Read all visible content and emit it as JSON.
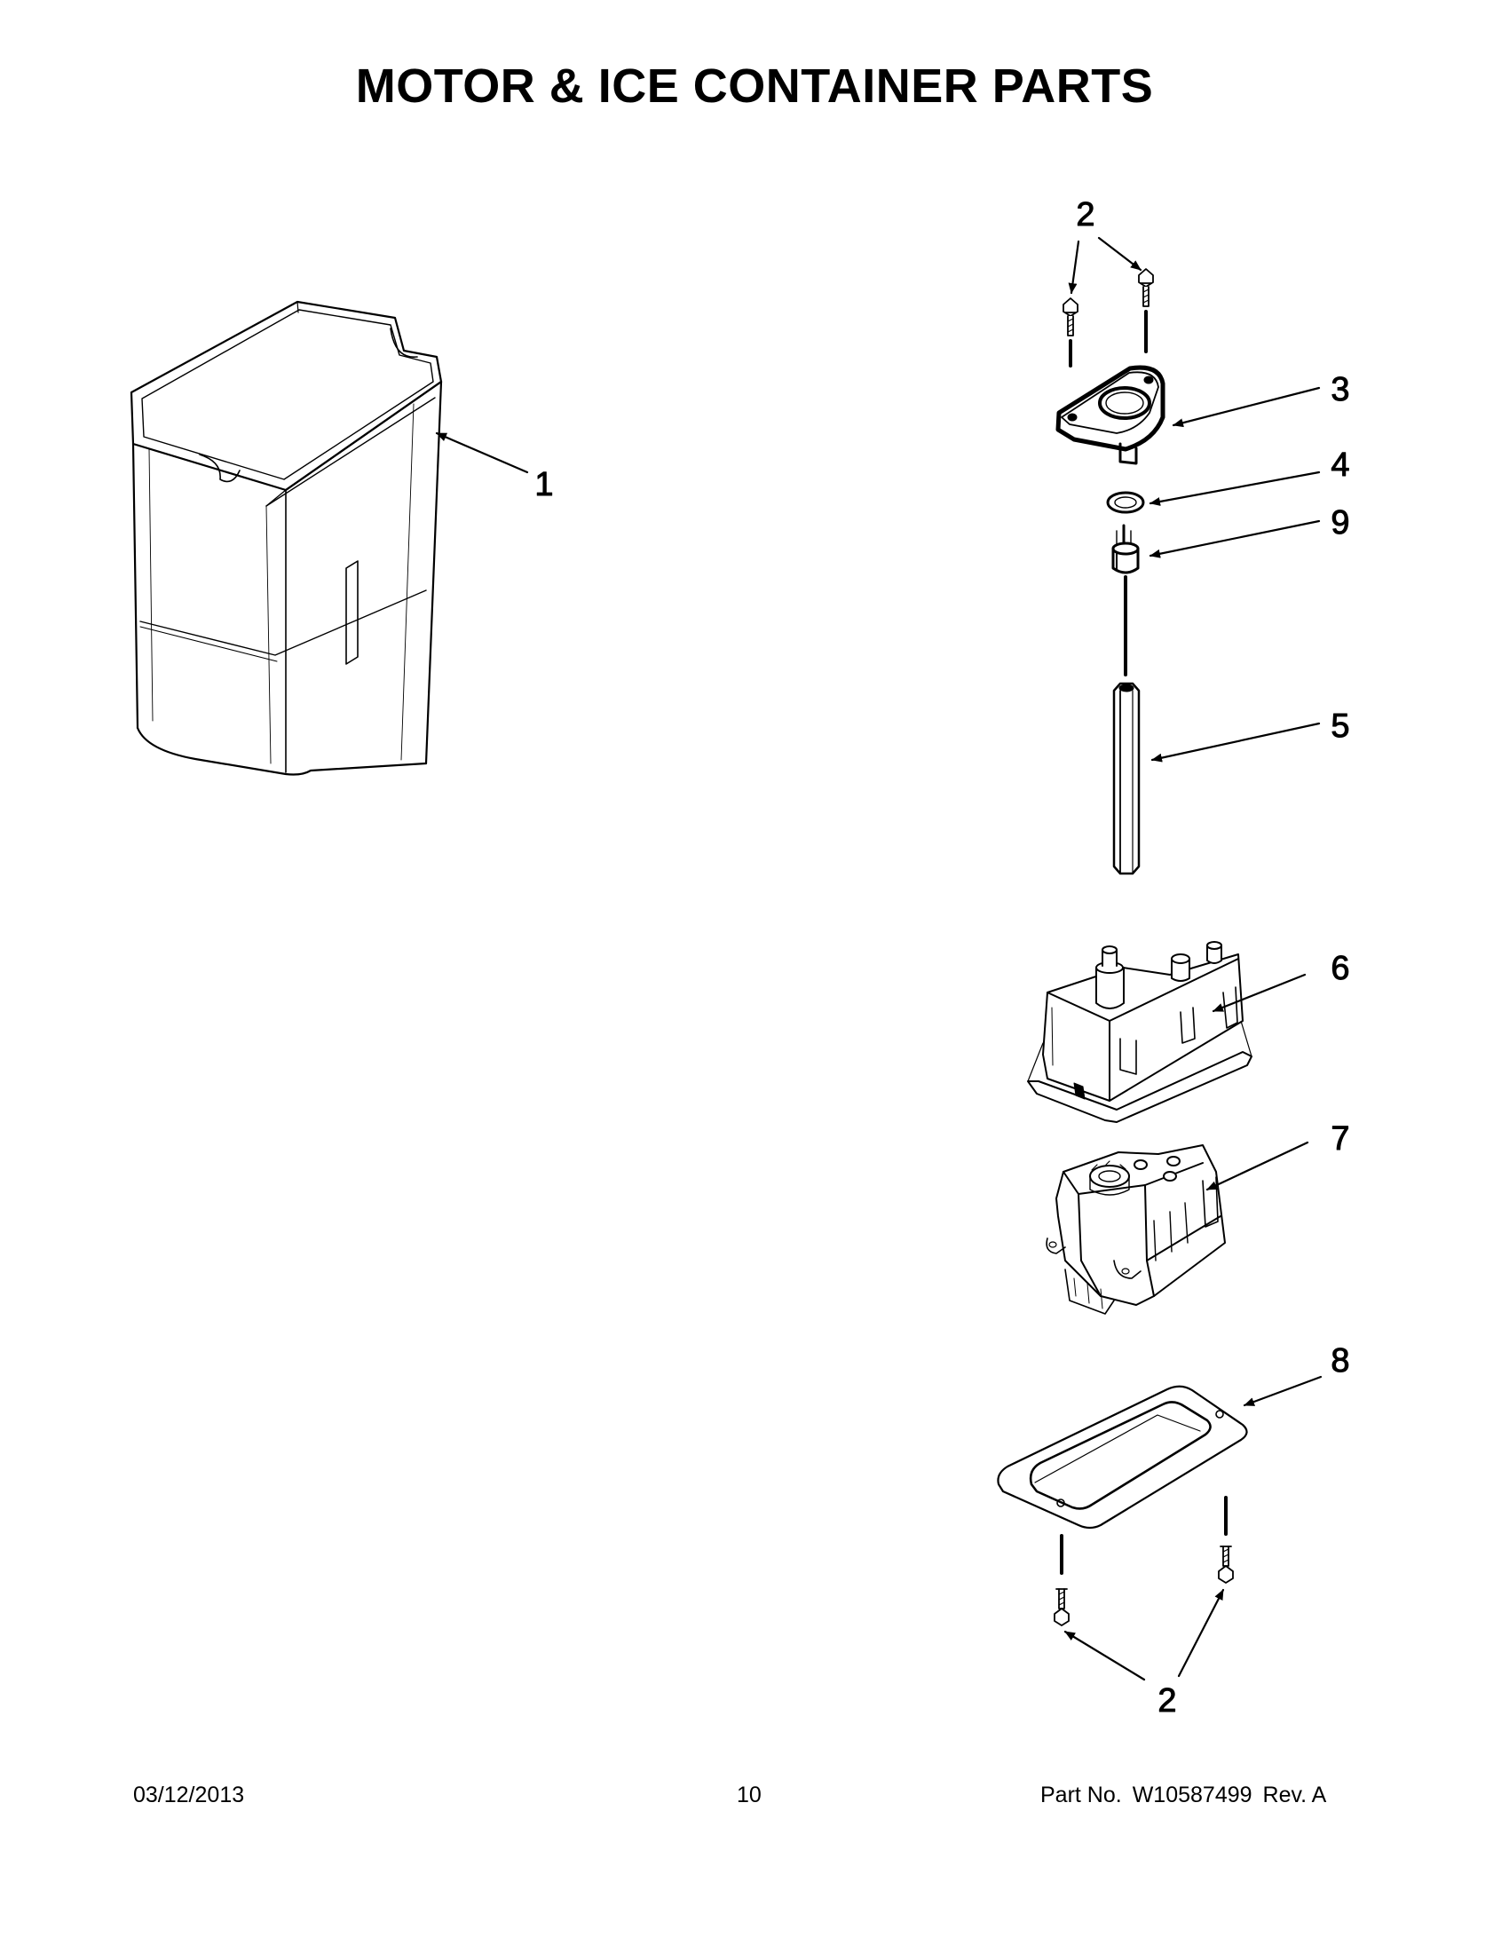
{
  "page": {
    "title": "MOTOR & ICE CONTAINER PARTS"
  },
  "callouts": {
    "c1": "1",
    "c2_top": "2",
    "c3": "3",
    "c4": "4",
    "c9": "9",
    "c5": "5",
    "c6": "6",
    "c7": "7",
    "c8": "8",
    "c2_bottom": "2"
  },
  "footer": {
    "date": "03/12/2013",
    "page_number": "10",
    "part_label": "Part No.",
    "part_number": "W10587499",
    "revision": "Rev.  A"
  }
}
